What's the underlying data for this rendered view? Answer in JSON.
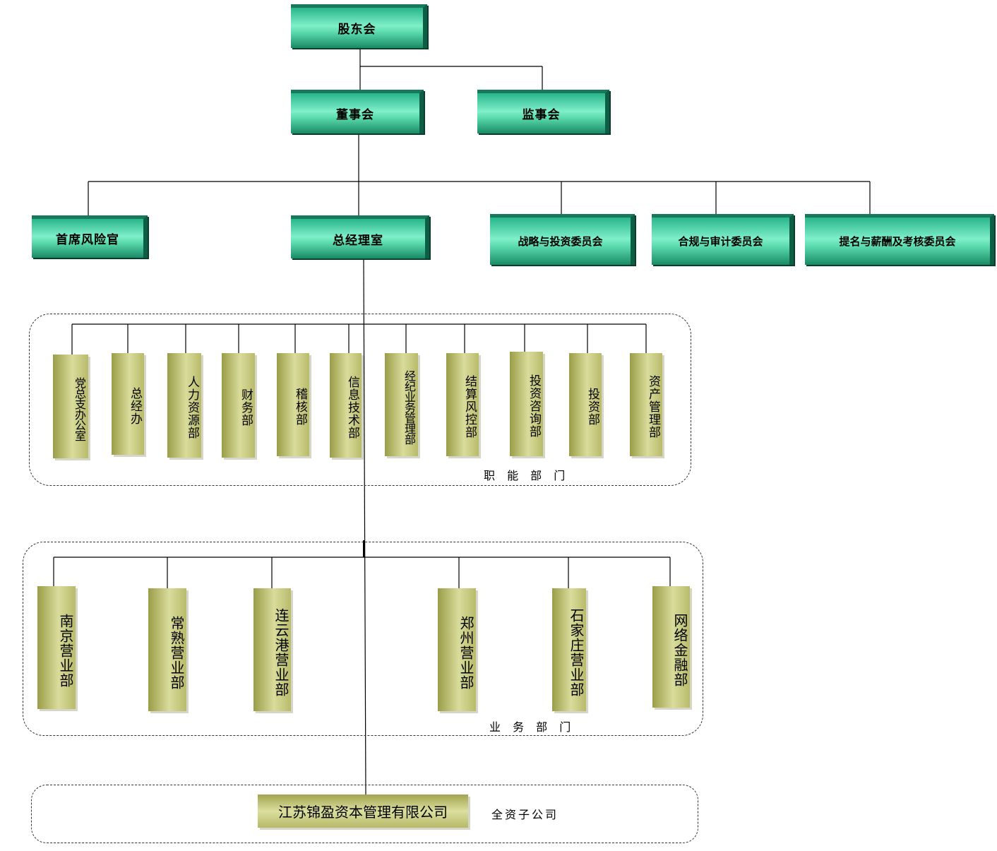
{
  "top": {
    "shareholders": "股东会",
    "board": "董事会",
    "supervisors": "监事会",
    "cro": "首席风险官",
    "gm_office": "总经理室",
    "strategy_committee": "战略与投资委员会",
    "audit_committee": "合规与审计委员会",
    "nomination_committee": "提名与薪酬及考核委员会"
  },
  "functional": {
    "label": "职 能 部 门",
    "departments": [
      "党总支办公室",
      "总经办",
      "人力资源部",
      "财务部",
      "稽核部",
      "信息技术部",
      "经纪业务管理部",
      "结算风控部",
      "投资咨询部",
      "投资部",
      "资产管理部"
    ]
  },
  "business": {
    "label": "业 务 部 门",
    "departments": [
      "南京营业部",
      "常熟营业部",
      "连云港营业部",
      "郑州营业部",
      "石家庄营业部",
      "网络金融部"
    ]
  },
  "subsidiary": {
    "name": "江苏锦盈资本管理有限公司",
    "label": "全资子公司"
  }
}
